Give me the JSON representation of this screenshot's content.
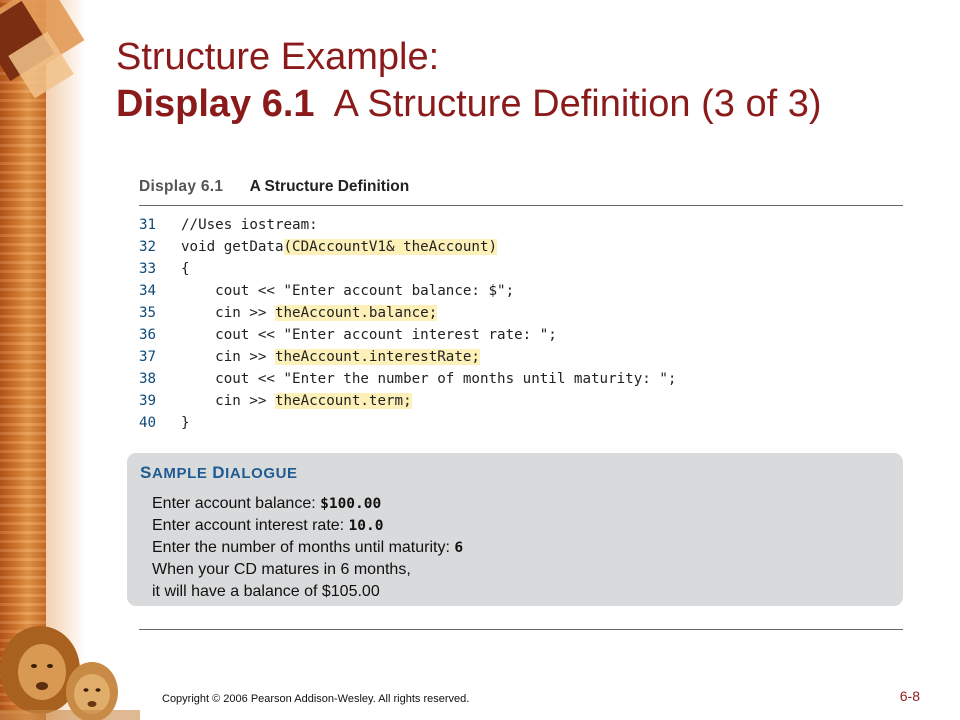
{
  "slide": {
    "title_line1": "Structure Example:",
    "title_line2_bold": "Display 6.1",
    "title_line2_rest": "A Structure Definition (3 of 3)"
  },
  "display": {
    "number": "Display 6.1",
    "title": "A Structure Definition"
  },
  "code_lines": [
    {
      "num": "31",
      "segments": [
        {
          "text": "//Uses iostream:",
          "hl": false
        }
      ]
    },
    {
      "num": "32",
      "segments": [
        {
          "text": "void getData",
          "hl": false
        },
        {
          "text": "(CDAccountV1& theAccount)",
          "hl": true
        }
      ]
    },
    {
      "num": "33",
      "segments": [
        {
          "text": "{",
          "hl": false
        }
      ]
    },
    {
      "num": "34",
      "segments": [
        {
          "text": "    cout << \"Enter account balance: $\";",
          "hl": false
        }
      ]
    },
    {
      "num": "35",
      "segments": [
        {
          "text": "    cin >> ",
          "hl": false
        },
        {
          "text": "theAccount.balance;",
          "hl": true
        }
      ]
    },
    {
      "num": "36",
      "segments": [
        {
          "text": "    cout << \"Enter account interest rate: \";",
          "hl": false
        }
      ]
    },
    {
      "num": "37",
      "segments": [
        {
          "text": "    cin >> ",
          "hl": false
        },
        {
          "text": "theAccount.interestRate;",
          "hl": true
        }
      ]
    },
    {
      "num": "38",
      "segments": [
        {
          "text": "    cout << \"Enter the number of months until maturity: \";",
          "hl": false
        }
      ]
    },
    {
      "num": "39",
      "segments": [
        {
          "text": "    cin >> ",
          "hl": false
        },
        {
          "text": "theAccount.term;",
          "hl": true
        }
      ]
    },
    {
      "num": "40",
      "segments": [
        {
          "text": "}",
          "hl": false
        }
      ]
    }
  ],
  "sample": {
    "heading_first": "S",
    "heading_rest1": "AMPLE ",
    "heading_second": "D",
    "heading_rest2": "IALOGUE",
    "lines": [
      {
        "prompt": "Enter account balance: ",
        "input": "$100.00"
      },
      {
        "prompt": "Enter account interest rate: ",
        "input": "10.0"
      },
      {
        "prompt": "Enter the number of months until maturity: ",
        "input": "6"
      },
      {
        "prompt": "When your CD matures in 6 months,",
        "input": ""
      },
      {
        "prompt": "it will have a balance of $105.00",
        "input": ""
      }
    ]
  },
  "footer": {
    "copyright": "Copyright © 2006 Pearson Addison-Wesley. All rights reserved.",
    "page": "6-8"
  },
  "colors": {
    "title": "#8b1b1b",
    "highlight": "#fdf0b8",
    "line_numbers": "#0f4a7a",
    "sample_bg": "#d9dadb",
    "sample_heading": "#1f5c93"
  }
}
